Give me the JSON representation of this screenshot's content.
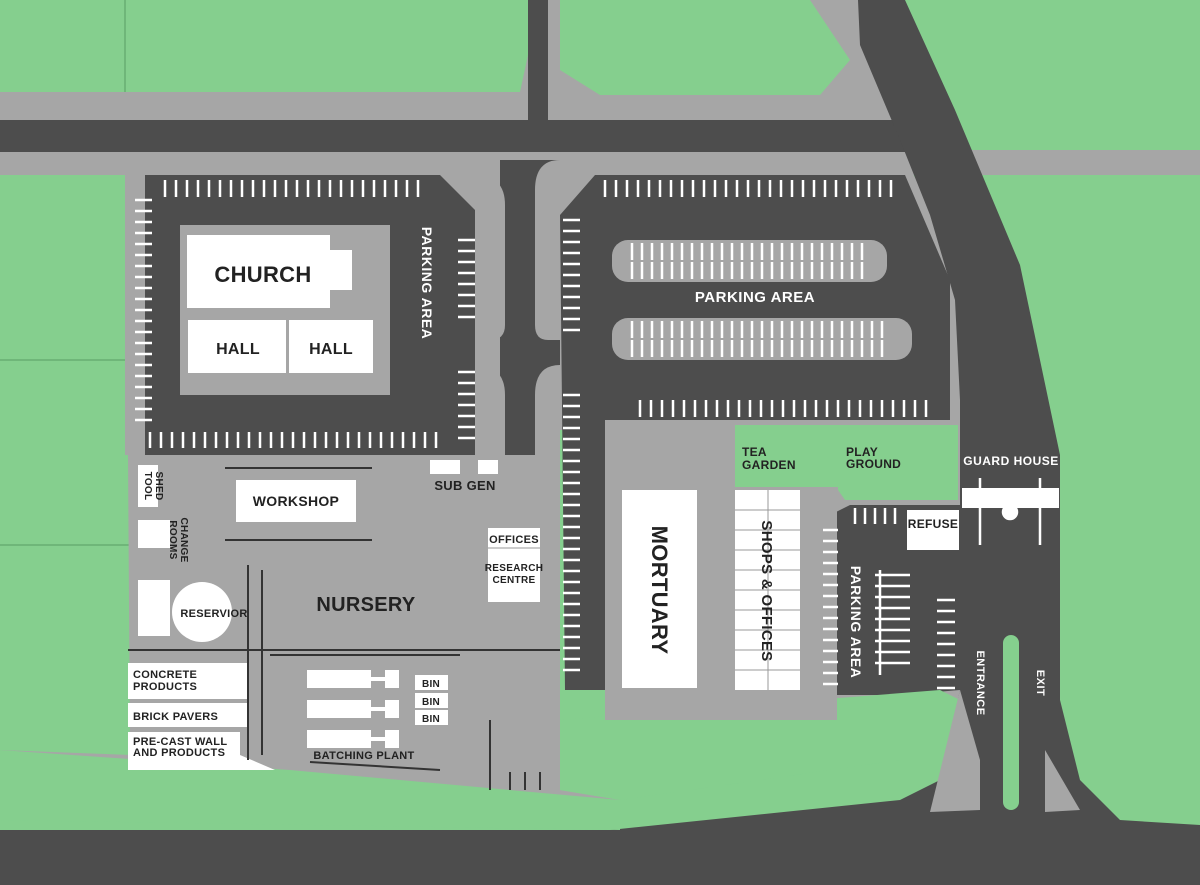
{
  "colors": {
    "grass": "#85cf8e",
    "road": "#4d4d4d",
    "pavement": "#a6a6a6",
    "building": "#ffffff",
    "line": "#333333"
  },
  "labels": {
    "church": "CHURCH",
    "hall_left": "HALL",
    "hall_right": "HALL",
    "parking_area_church": "PARKING AREA",
    "parking_area_main": "PARKING AREA",
    "parking_area_small": "PARKING AREA",
    "mortuary": "MORTUARY",
    "shops_offices": "SHOPS & OFFICES",
    "tea_garden_1": "TEA",
    "tea_garden_2": "GARDEN",
    "play_ground_1": "PLAY",
    "play_ground_2": "GROUND",
    "refuse": "REFUSE",
    "guard_house": "GUARD HOUSE",
    "entrance": "ENTRANCE",
    "exit": "EXIT",
    "tool_shed_1": "TOOL",
    "tool_shed_2": "SHED",
    "change_rooms_1": "CHANGE",
    "change_rooms_2": "ROOMS",
    "workshop": "WORKSHOP",
    "sub_gen": "SUB GEN",
    "offices": "OFFICES",
    "research_centre_1": "RESEARCH",
    "research_centre_2": "CENTRE",
    "nursery": "NURSERY",
    "reservior": "RESERVIOR",
    "concrete_products_1": "CONCRETE",
    "concrete_products_2": "PRODUCTS",
    "brick_pavers": "BRICK PAVERS",
    "precast_1": "PRE-CAST WALL",
    "precast_2": "AND PRODUCTS",
    "bin_1": "BIN",
    "bin_2": "BIN",
    "bin_3": "BIN",
    "batching_plant": "BATCHING PLANT"
  }
}
